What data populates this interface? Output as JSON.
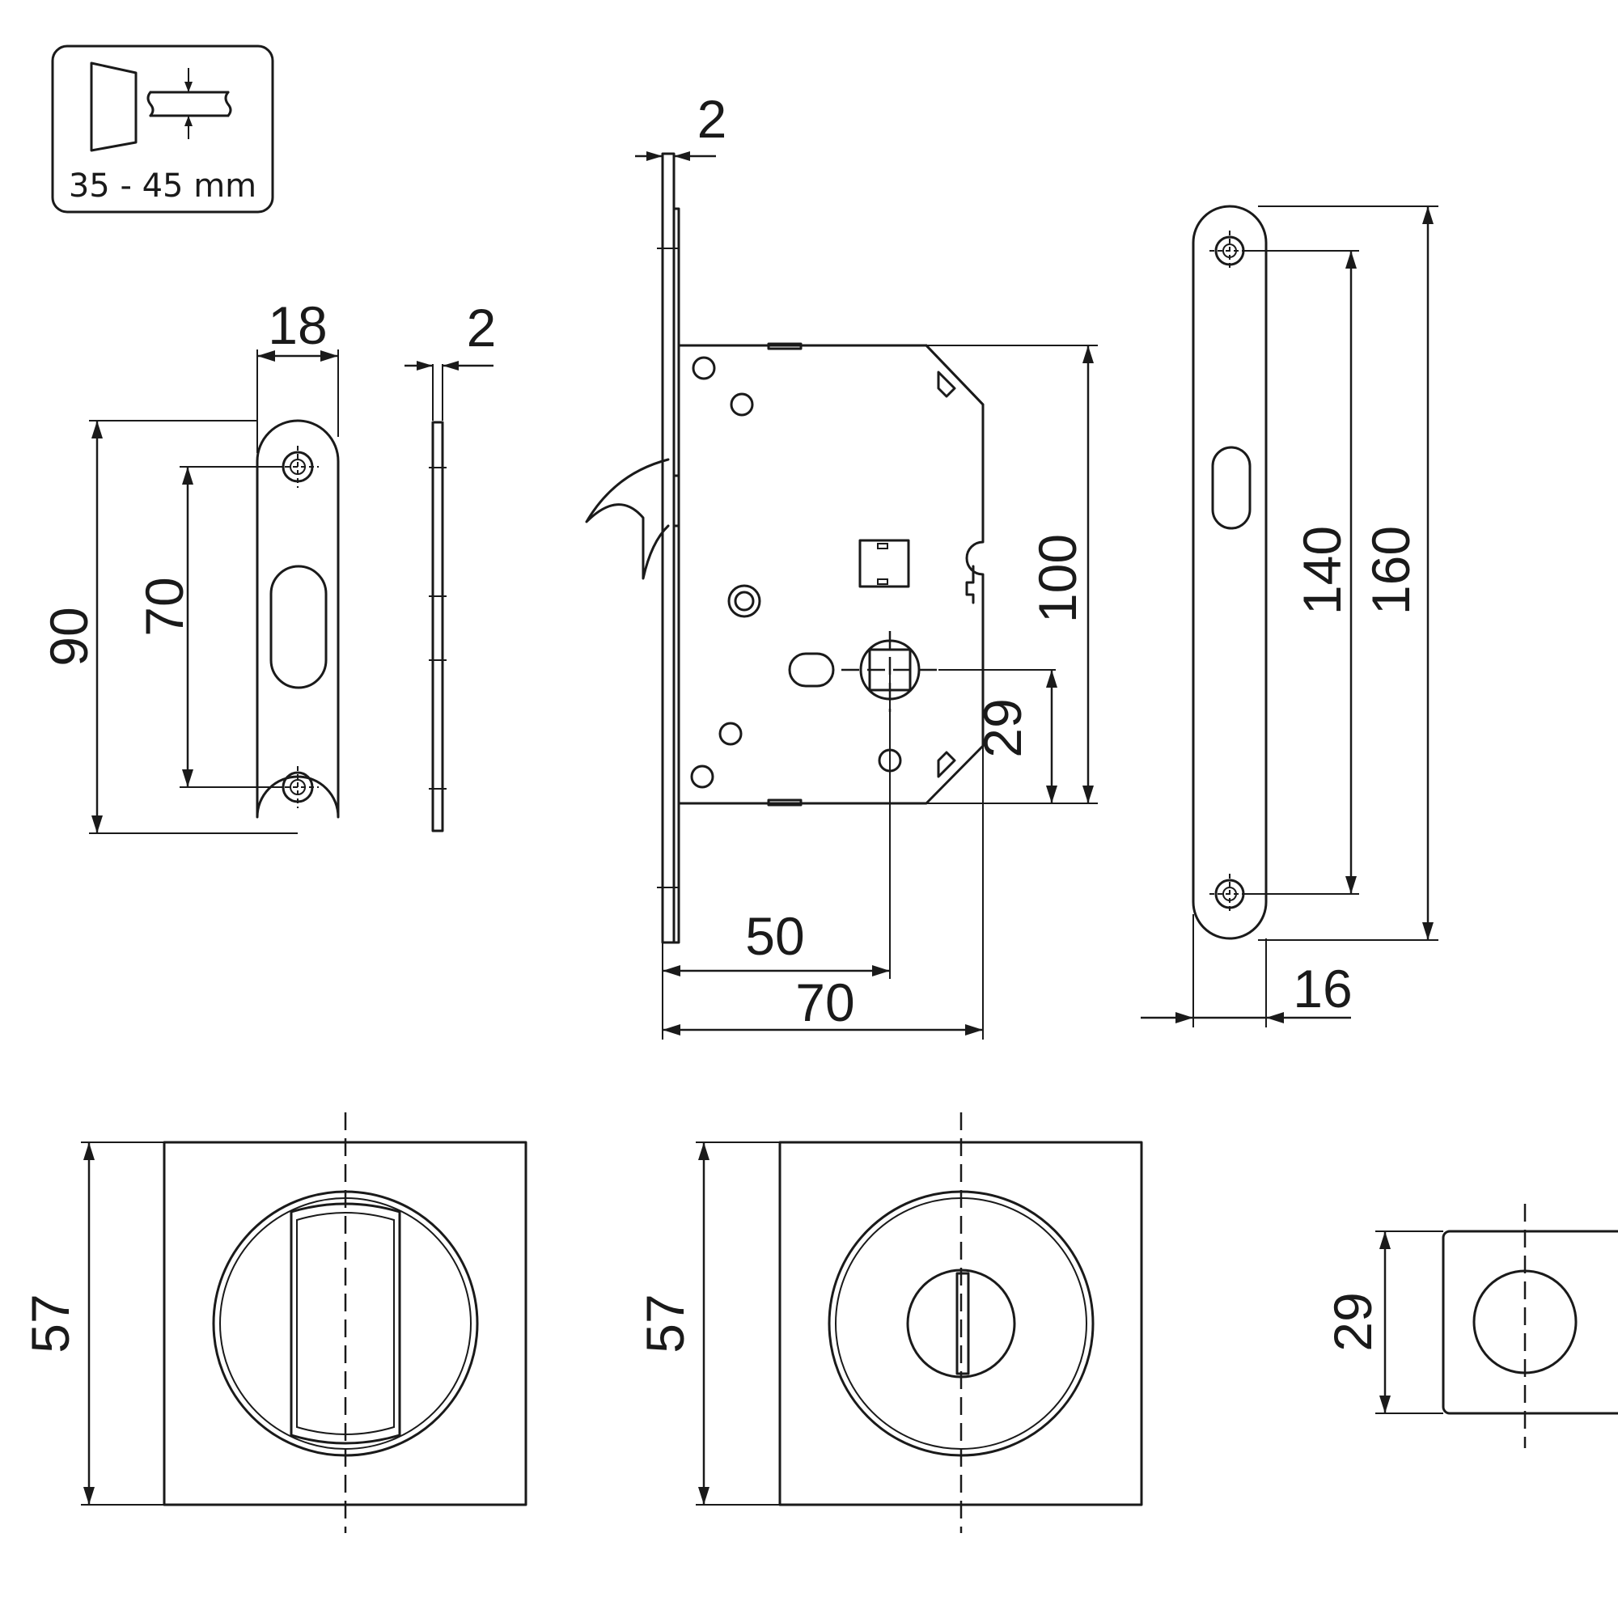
{
  "door_thickness": {
    "label": "35 - 45 mm"
  },
  "dimensions": {
    "strike_width": "18",
    "strike_plate_thickness": "2",
    "strike_height": "90",
    "strike_hole_spacing": "70",
    "lock_faceplate_thickness": "2",
    "lock_body_height": "100",
    "spindle_offset": "29",
    "backset": "50",
    "body_depth": "70",
    "faceplate_hole_spacing": "140",
    "faceplate_height": "160",
    "faceplate_width": "16",
    "handle_rose_size": "57",
    "turn_rose_size": "57",
    "escutcheon_size": "29"
  }
}
